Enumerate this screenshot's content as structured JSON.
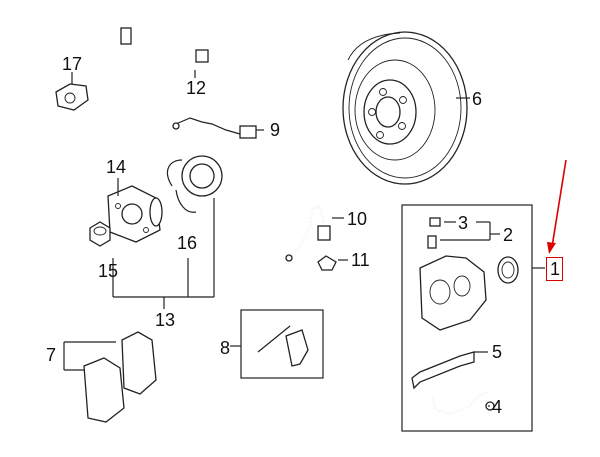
{
  "callouts": {
    "c1": "1",
    "c2": "2",
    "c3": "3",
    "c4": "4",
    "c5": "5",
    "c6": "6",
    "c7": "7",
    "c8": "8",
    "c9": "9",
    "c10": "10",
    "c11": "11",
    "c12": "12",
    "c13": "13",
    "c14": "14",
    "c15": "15",
    "c16": "16",
    "c17": "17"
  },
  "colors": {
    "highlight": "#d00000",
    "line": "#222222"
  }
}
